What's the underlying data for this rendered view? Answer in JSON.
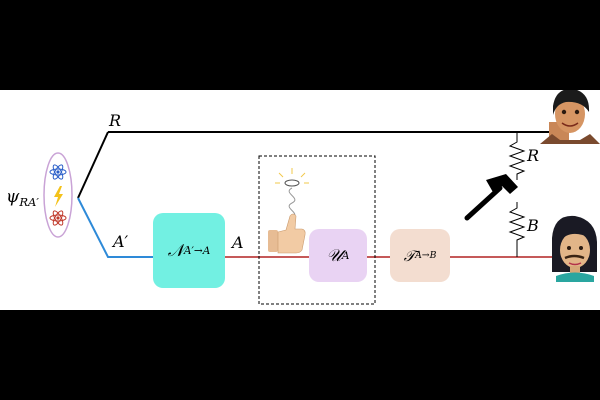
{
  "labels": {
    "psi": "ψ",
    "psi_sub": "RA′",
    "R_top": "R",
    "A_prime": "A′",
    "A": "A",
    "R_side": "R",
    "B_side": "B"
  },
  "boxes": {
    "noise": {
      "symbol": "𝒩",
      "sub": "A′→A",
      "color": "#72f0e2"
    },
    "unitary": {
      "symbol": "𝒰",
      "sub": "A",
      "color": "#e9d3f3"
    },
    "transfer": {
      "symbol": "𝒯",
      "sub": "A→B",
      "color": "#f3ddd0"
    }
  },
  "colors": {
    "wire_black": "#000000",
    "wire_blue": "#2e8ad8",
    "wire_red": "#b22222",
    "source_oval": "#c9a3d6"
  },
  "icons": [
    "atom-icon",
    "lightning-icon",
    "thumbs-up-icon",
    "hammer-icon",
    "aladdin-avatar",
    "jasmine-avatar"
  ]
}
